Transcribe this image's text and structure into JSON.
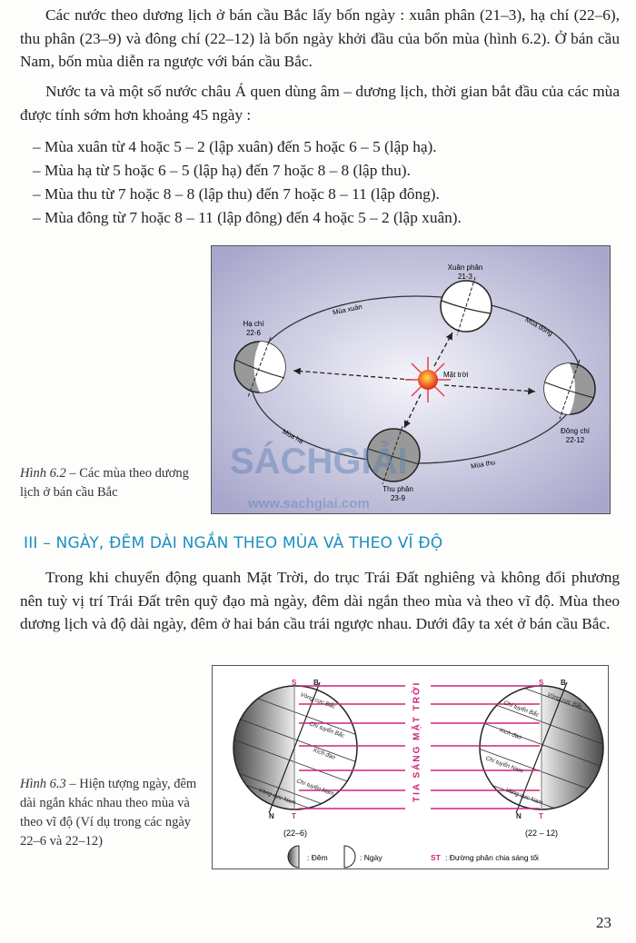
{
  "intro": {
    "para1": "Các nước theo dương lịch ở bán cầu Bắc lấy bốn ngày : xuân phân (21–3), hạ chí (22–6), thu phân (23–9) và đông chí (22–12) là bốn ngày khởi đầu của bốn mùa (hình 6.2). Ở bán cầu Nam, bốn mùa diễn ra ngược với bán cầu Bắc.",
    "para2": "Nước ta và một số nước châu Á quen dùng âm – dương lịch, thời gian bắt đầu của các mùa được tính sớm hơn khoảng 45 ngày :",
    "bullets": [
      "– Mùa xuân từ 4 hoặc 5 – 2 (lập xuân) đến 5 hoặc 6 – 5 (lập hạ).",
      "– Mùa hạ từ 5 hoặc 6 – 5 (lập hạ) đến 7 hoặc 8 – 8 (lập thu).",
      "– Mùa thu từ 7 hoặc 8 – 8 (lập thu) đến 7 hoặc 8 – 11 (lập đông).",
      "– Mùa đông từ 7 hoặc 8 – 11 (lập đông) đến 4 hoặc 5 – 2 (lập xuân)."
    ]
  },
  "figure62": {
    "caption_label": "Hình 6.2",
    "caption_text": " – Các mùa theo dương lịch ở bán cầu Bắc",
    "xuan_phan": "Xuân phân",
    "xuan_phan_date": "21-3",
    "ha_chi": "Hạ chí",
    "ha_chi_date": "22-6",
    "dong_chi": "Đông chí",
    "dong_chi_date": "22-12",
    "thu_phan": "Thu phân",
    "thu_phan_date": "23-9",
    "sun": "Mặt trời",
    "mua_xuan": "Mùa xuân",
    "mua_ha": "Mùa hạ",
    "mua_thu": "Mùa thu",
    "mua_dong": "Mùa đông",
    "watermark": "SÁCHGIẢI",
    "watermark_url": "www.sachgiai.com"
  },
  "section": {
    "heading": "III – NGÀY, ĐÊM DÀI NGẮN THEO MÙA VÀ THEO VĨ ĐỘ",
    "para": "Trong khi chuyển động quanh Mặt Trời, do trục Trái Đất nghiêng và không đổi phương nên tuỳ vị trí Trái Đất trên quỹ đạo mà ngày, đêm dài ngắn theo mùa và theo vĩ độ. Mùa theo dương lịch và độ dài ngày, đêm ở hai bán cầu trái ngược nhau. Dưới đây ta xét ở bán cầu Bắc."
  },
  "figure63": {
    "caption_label": "Hình 6.3",
    "caption_text": " – Hiện tượng ngày, đêm dài ngắn khác nhau theo mùa và theo vĩ độ (Ví dụ trong các ngày 22–6 và 22–12)",
    "rays": "TIA SÁNG MẶT TRỜI",
    "S": "S",
    "B": "B",
    "N": "N",
    "T": "T",
    "vong_cuc_bac": "Vòng cực Bắc",
    "chi_tuyen_bac": "Chí tuyến Bắc",
    "xich_dao": "Xích đạo",
    "chi_tuyen_nam": "Chí tuyến Nam",
    "vong_cuc_nam": "Vòng cực Nam",
    "left_date": "(22–6)",
    "right_date": "(22 – 12)",
    "legend_night": ": Đêm",
    "legend_day": ": Ngày",
    "legend_st": "ST",
    "legend_st_text": ": Đường phân chia sáng tối"
  },
  "page_number": "23",
  "colors": {
    "heading": "#1a8fc4",
    "rays": "#d0237a"
  }
}
